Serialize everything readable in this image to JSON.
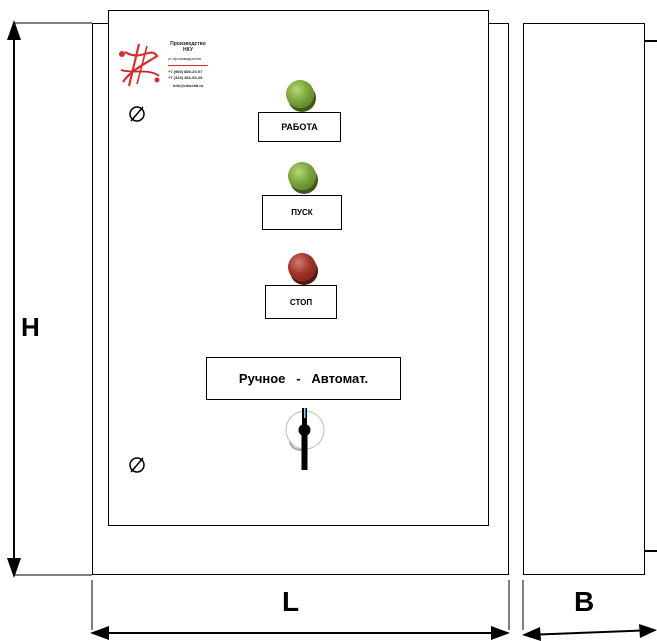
{
  "logo": {
    "title": "Производство НКУ",
    "subtitle": "от производителя",
    "phone1": "+7 (980) 880-20-07",
    "phone2": "+7 (343) 382-54-29",
    "email": "info@nkuekb.ru"
  },
  "panel": {
    "label_work": "РАБОТА",
    "label_start": "ПУСК",
    "label_stop": "СТОП",
    "label_mode": "Ручное   -   Автомат.",
    "colors": {
      "green_lamp": "#7aa63a",
      "red_lamp": "#a2342a"
    }
  },
  "dimensions": {
    "height": "H",
    "length": "L",
    "depth": "B"
  }
}
